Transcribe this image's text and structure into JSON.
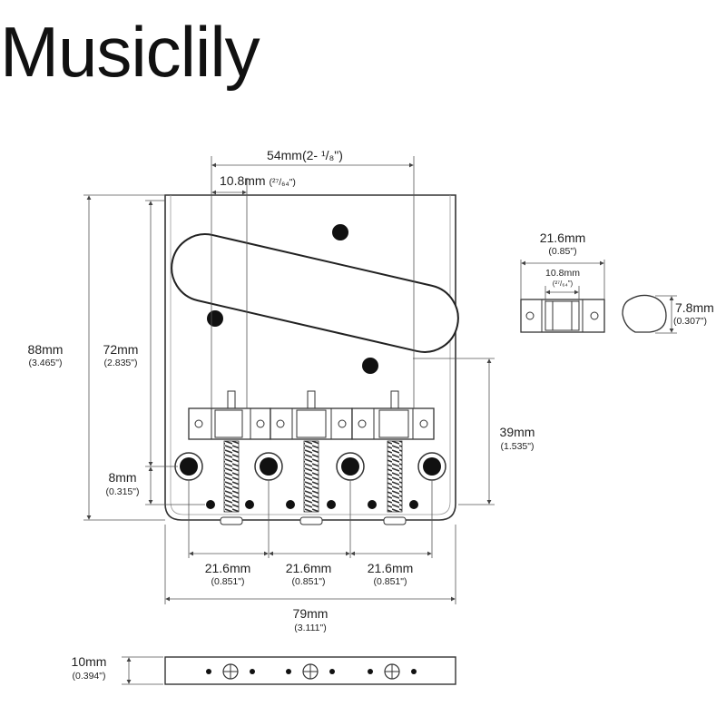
{
  "brand": "Musiclily",
  "dimensions": {
    "string_spread": "54mm(2- ¹/₈\")",
    "saddle_offset_mm": "10.8mm",
    "saddle_offset_in": "(²⁷/₆₄\")",
    "height_mm": "88mm",
    "height_in": "(3.465\")",
    "inner_height_mm": "72mm",
    "inner_height_in": "(2.835\")",
    "rear_height_mm": "39mm",
    "rear_height_in": "(1.535\")",
    "lip_mm": "8mm",
    "lip_in": "(0.315\")",
    "saddle_pitch_1_mm": "21.6mm",
    "saddle_pitch_1_in": "(0.851\")",
    "saddle_pitch_2_mm": "21.6mm",
    "saddle_pitch_2_in": "(0.851\")",
    "saddle_pitch_3_mm": "21.6mm",
    "saddle_pitch_3_in": "(0.851\")",
    "width_mm": "79mm",
    "width_in": "(3.111\")",
    "side_height_mm": "10mm",
    "side_height_in": "(0.394\")"
  },
  "saddle_detail": {
    "length_mm": "21.6mm",
    "length_in": "(0.85\")",
    "inner_mm": "10.8mm",
    "inner_in": "(²⁷/₆₄\")",
    "diameter_mm": "7.8mm",
    "diameter_in": "(0.307\")"
  }
}
